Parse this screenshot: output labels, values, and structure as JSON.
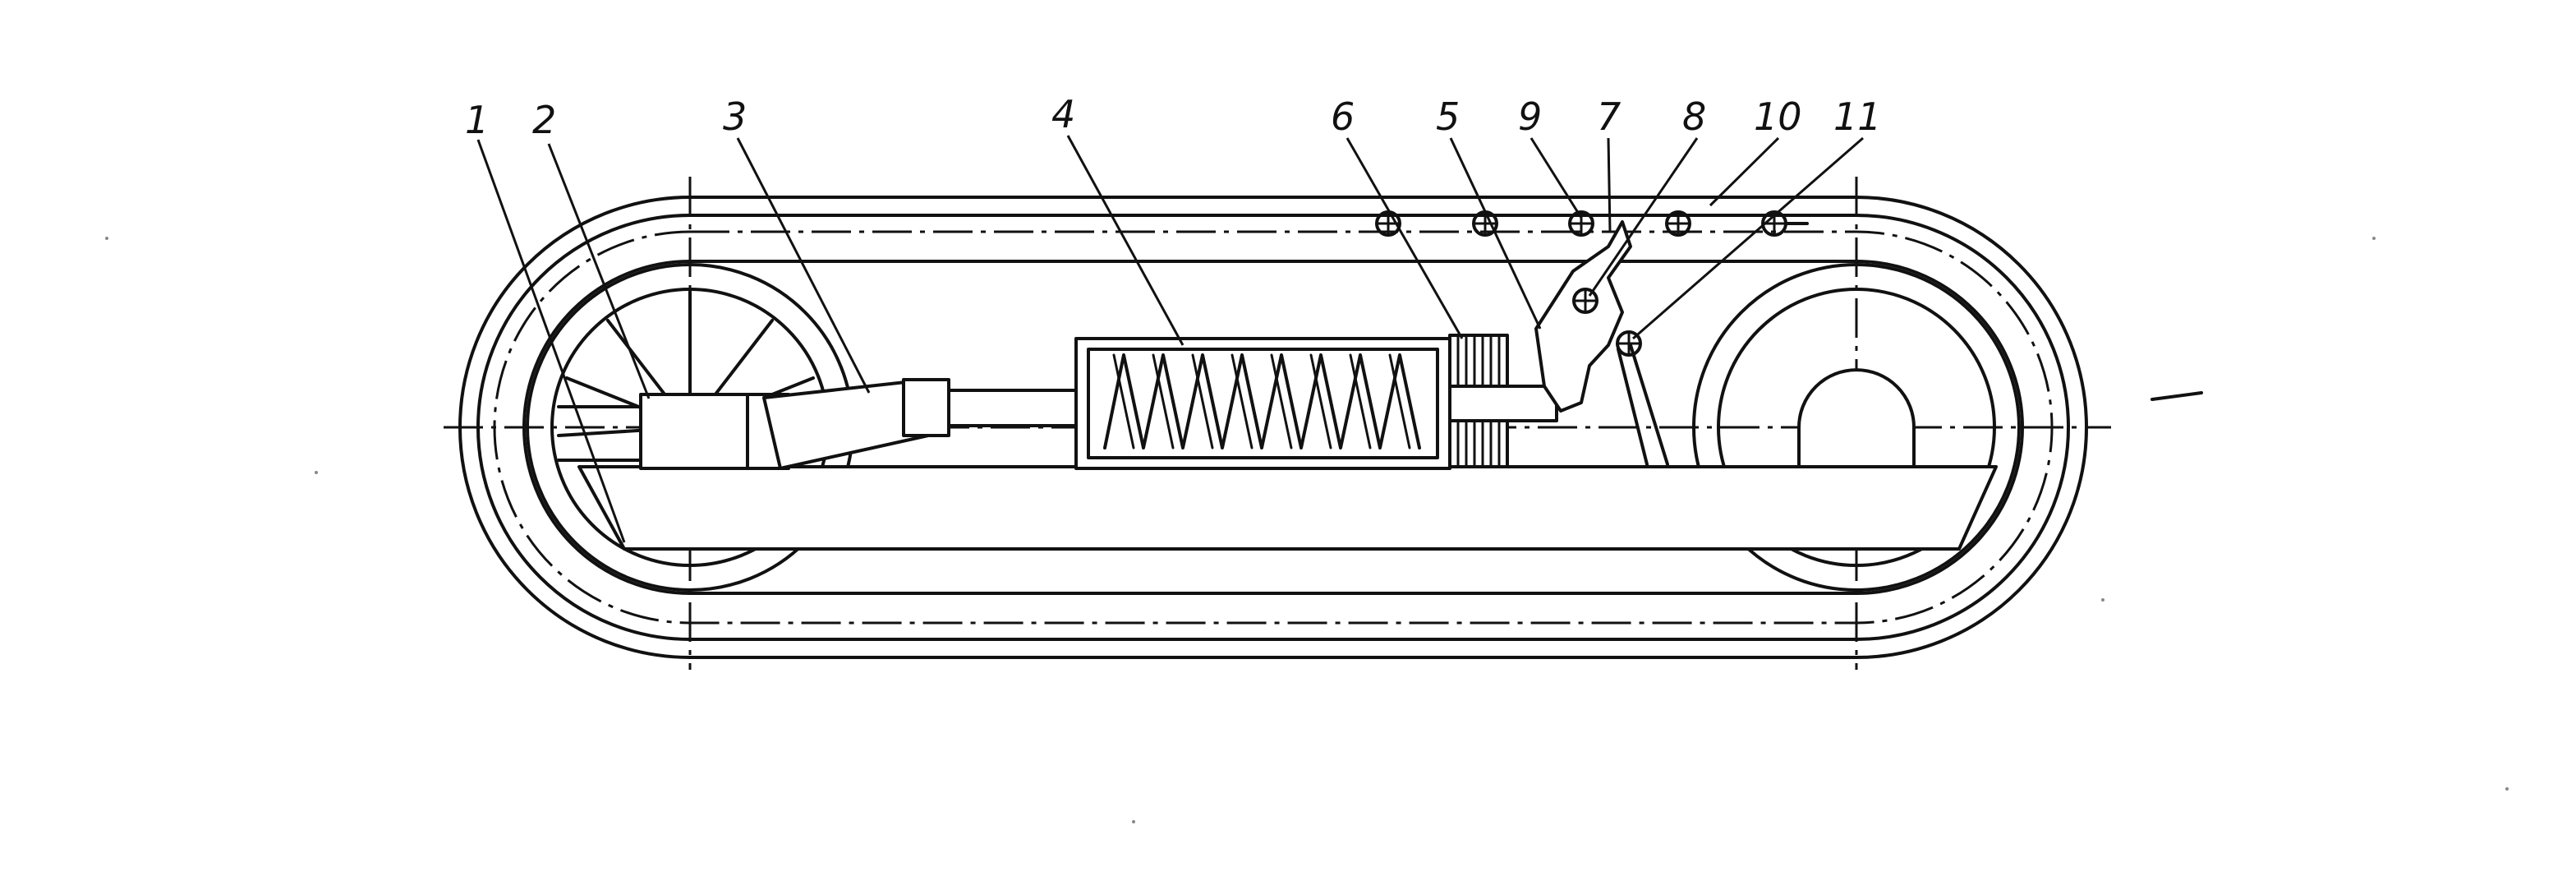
{
  "callouts": [
    {
      "id": "1",
      "text": "1"
    },
    {
      "id": "2",
      "text": "2"
    },
    {
      "id": "3",
      "text": "3"
    },
    {
      "id": "4",
      "text": "4"
    },
    {
      "id": "6",
      "text": "6"
    },
    {
      "id": "5",
      "text": "5"
    },
    {
      "id": "9",
      "text": "9"
    },
    {
      "id": "7",
      "text": "7"
    },
    {
      "id": "8",
      "text": "8"
    },
    {
      "id": "10",
      "text": "10"
    },
    {
      "id": "11",
      "text": "11"
    }
  ],
  "colors": {
    "ink": "#111111",
    "paper": "#ffffff"
  }
}
